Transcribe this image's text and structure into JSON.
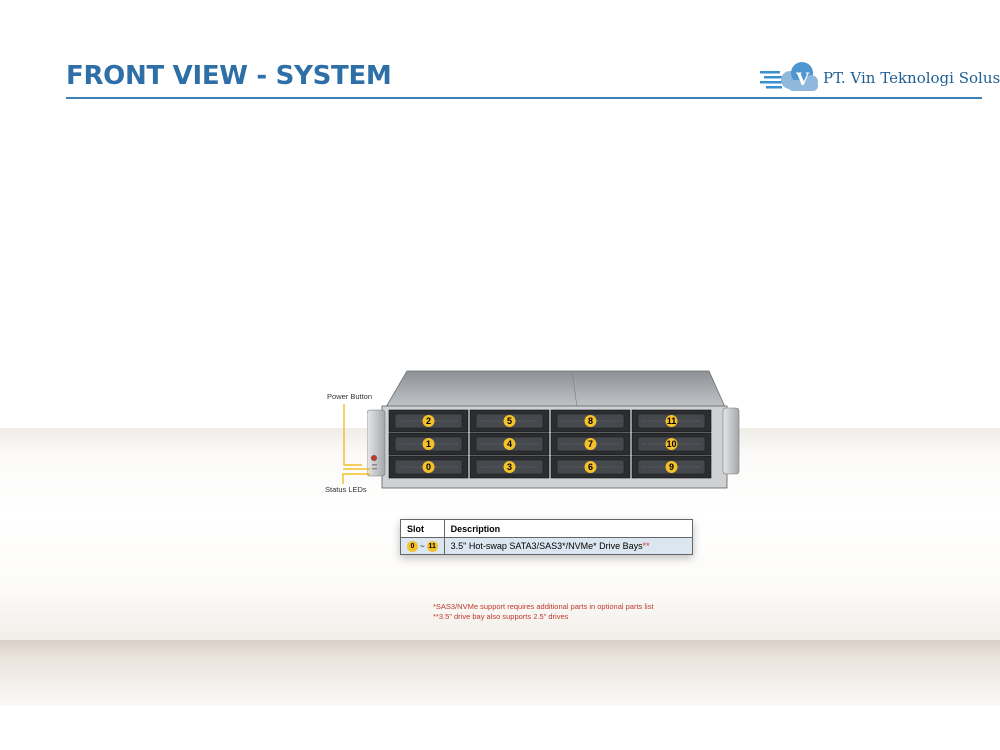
{
  "header": {
    "title": "FRONT VIEW - SYSTEM",
    "company": "PT. Vin Teknologi Solusi",
    "logo_letter": "V"
  },
  "callouts": {
    "power_button": "Power Button",
    "status_leds": "Status LEDs"
  },
  "drive_bays": [
    "0",
    "1",
    "2",
    "3",
    "4",
    "5",
    "6",
    "7",
    "8",
    "9",
    "10",
    "11"
  ],
  "slot_table": {
    "headers": {
      "slot": "Slot",
      "description": "Description"
    },
    "row": {
      "slot_from": "0",
      "range_sep": "~",
      "slot_to": "11",
      "description": "3.5\" Hot-swap SATA3/SAS3*/NVMe* Drive Bays",
      "footnote_mark": "**"
    }
  },
  "footnotes": [
    "*SAS3/NVMe  support requires additional parts in optional parts list",
    "**3.5\" drive bay also supports 2.5\" drives"
  ],
  "colors": {
    "title_blue": "#2e6fa8",
    "callout_line": "#f0b400",
    "bay_marker": "#f4c12b",
    "footnote_red": "#c0392b"
  }
}
